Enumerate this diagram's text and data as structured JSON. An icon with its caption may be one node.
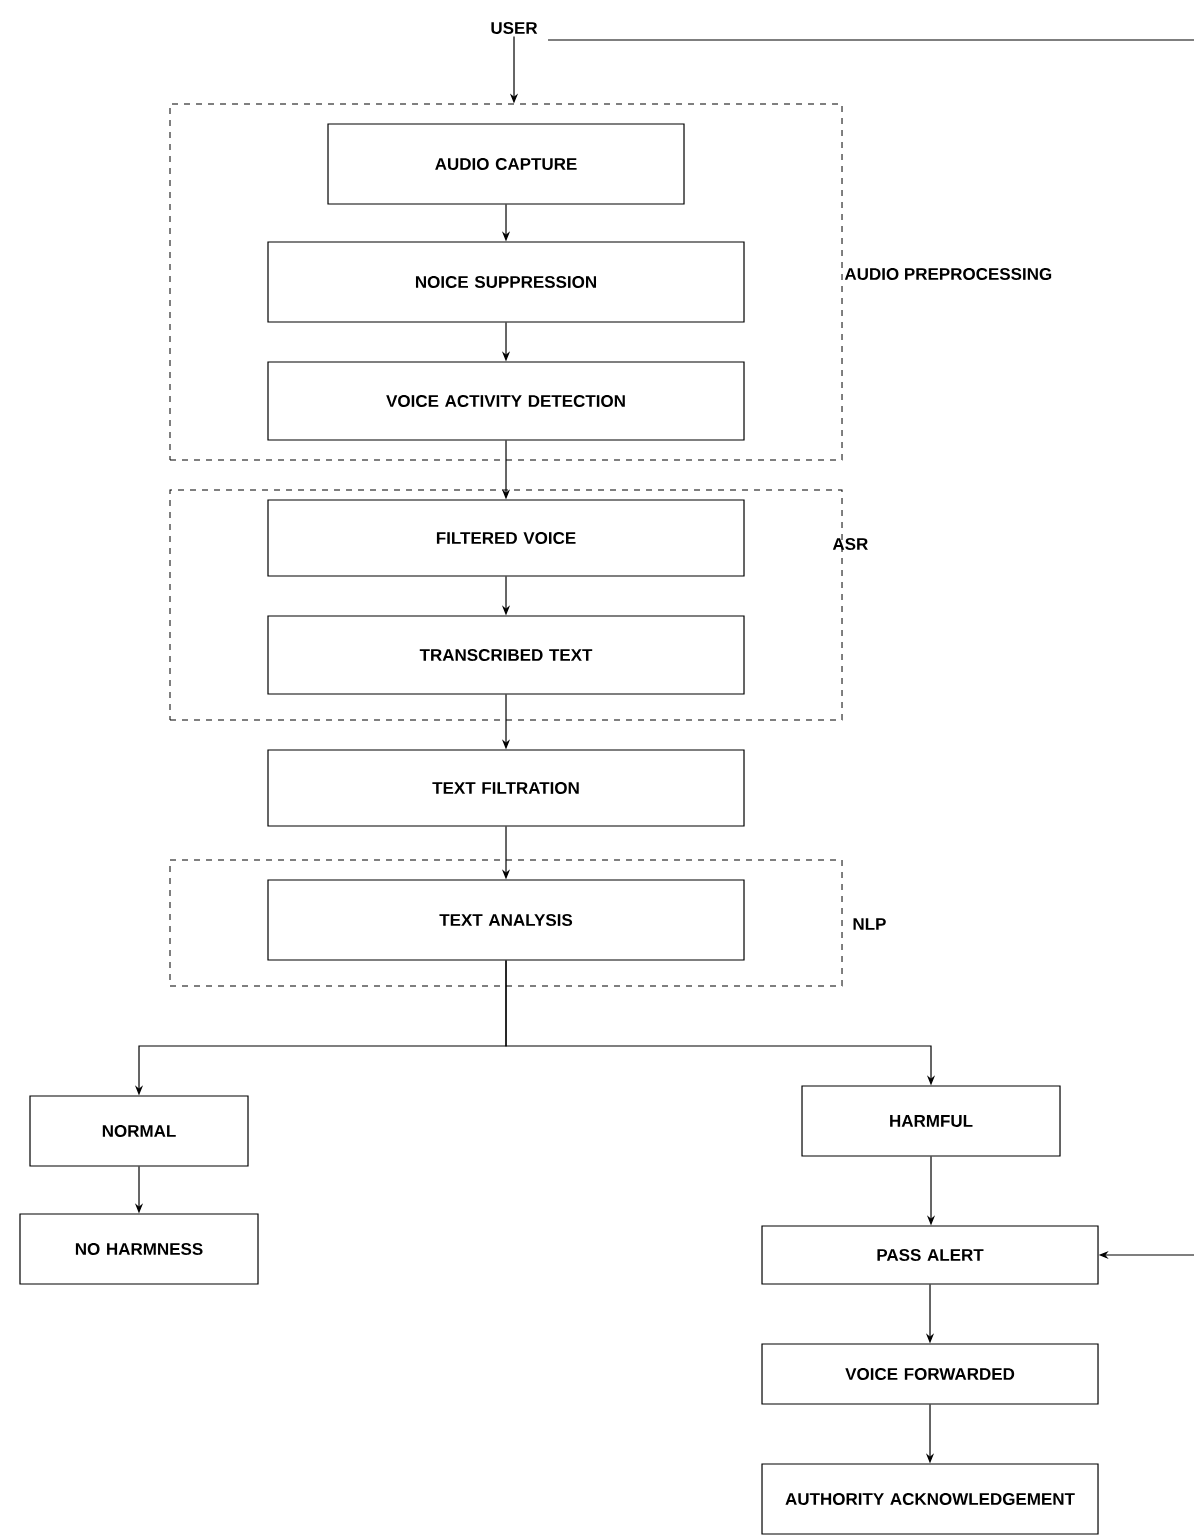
{
  "diagram": {
    "nodes": [
      {
        "text": [
          "USER"
        ]
      },
      {
        "text": [
          "AUDIO PREPROCESSING"
        ]
      },
      {
        "text": [
          "AUDIO CAPTURE"
        ],
        "in": 1
      },
      {
        "text": [
          "NOICE SUPPRESSION"
        ],
        "in": 1
      },
      {
        "text": [
          "VOICE ACTIVITY DETECTION"
        ],
        "in": 1
      },
      {
        "text": [
          "ASR"
        ]
      },
      {
        "text": [
          "FILTERED VOICE"
        ],
        "in": 5
      },
      {
        "text": [
          "TRANSCRIBED TEXT"
        ],
        "in": 5
      },
      {
        "text": [
          "TEXT FILTRATION"
        ]
      },
      {
        "text": [
          "NLP"
        ]
      },
      {
        "text": [
          "TEXT ANALYSIS"
        ],
        "in": 9
      },
      {
        "text": [
          "NORMAL"
        ]
      },
      {
        "text": [
          "NO HARMNESS"
        ]
      },
      {
        "text": [
          "HARMFUL"
        ]
      },
      {
        "text": [
          "PASS ALERT"
        ]
      },
      {
        "text": [
          "VOICE FORWARDED"
        ]
      },
      {
        "text": [
          "AUTHORITY ACKNOWLEDGEMENT"
        ]
      }
    ],
    "edges": [
      {
        "from": 0,
        "to": 1,
        "arrow": "to"
      },
      {
        "from": 2,
        "to": 3,
        "arrow": "to"
      },
      {
        "from": 3,
        "to": 4,
        "arrow": "to"
      },
      {
        "from": 4,
        "to": 6,
        "arrow": "to"
      },
      {
        "from": 6,
        "to": 7,
        "arrow": "to"
      },
      {
        "from": 7,
        "to": 8,
        "arrow": "to"
      },
      {
        "from": 8,
        "to": 10,
        "arrow": "to"
      },
      {
        "from": 10,
        "to": 11,
        "arrow": "to"
      },
      {
        "from": 10,
        "to": 13,
        "arrow": "to"
      },
      {
        "from": 11,
        "to": 12,
        "arrow": "to"
      },
      {
        "from": 13,
        "to": 14,
        "arrow": "to"
      },
      {
        "from": 14,
        "to": 15,
        "arrow": "to"
      },
      {
        "from": 15,
        "to": 16,
        "arrow": "to"
      },
      {
        "from": 0,
        "to": null,
        "arrow": "none"
      },
      {
        "from": null,
        "to": 14,
        "arrow": "to"
      }
    ]
  }
}
